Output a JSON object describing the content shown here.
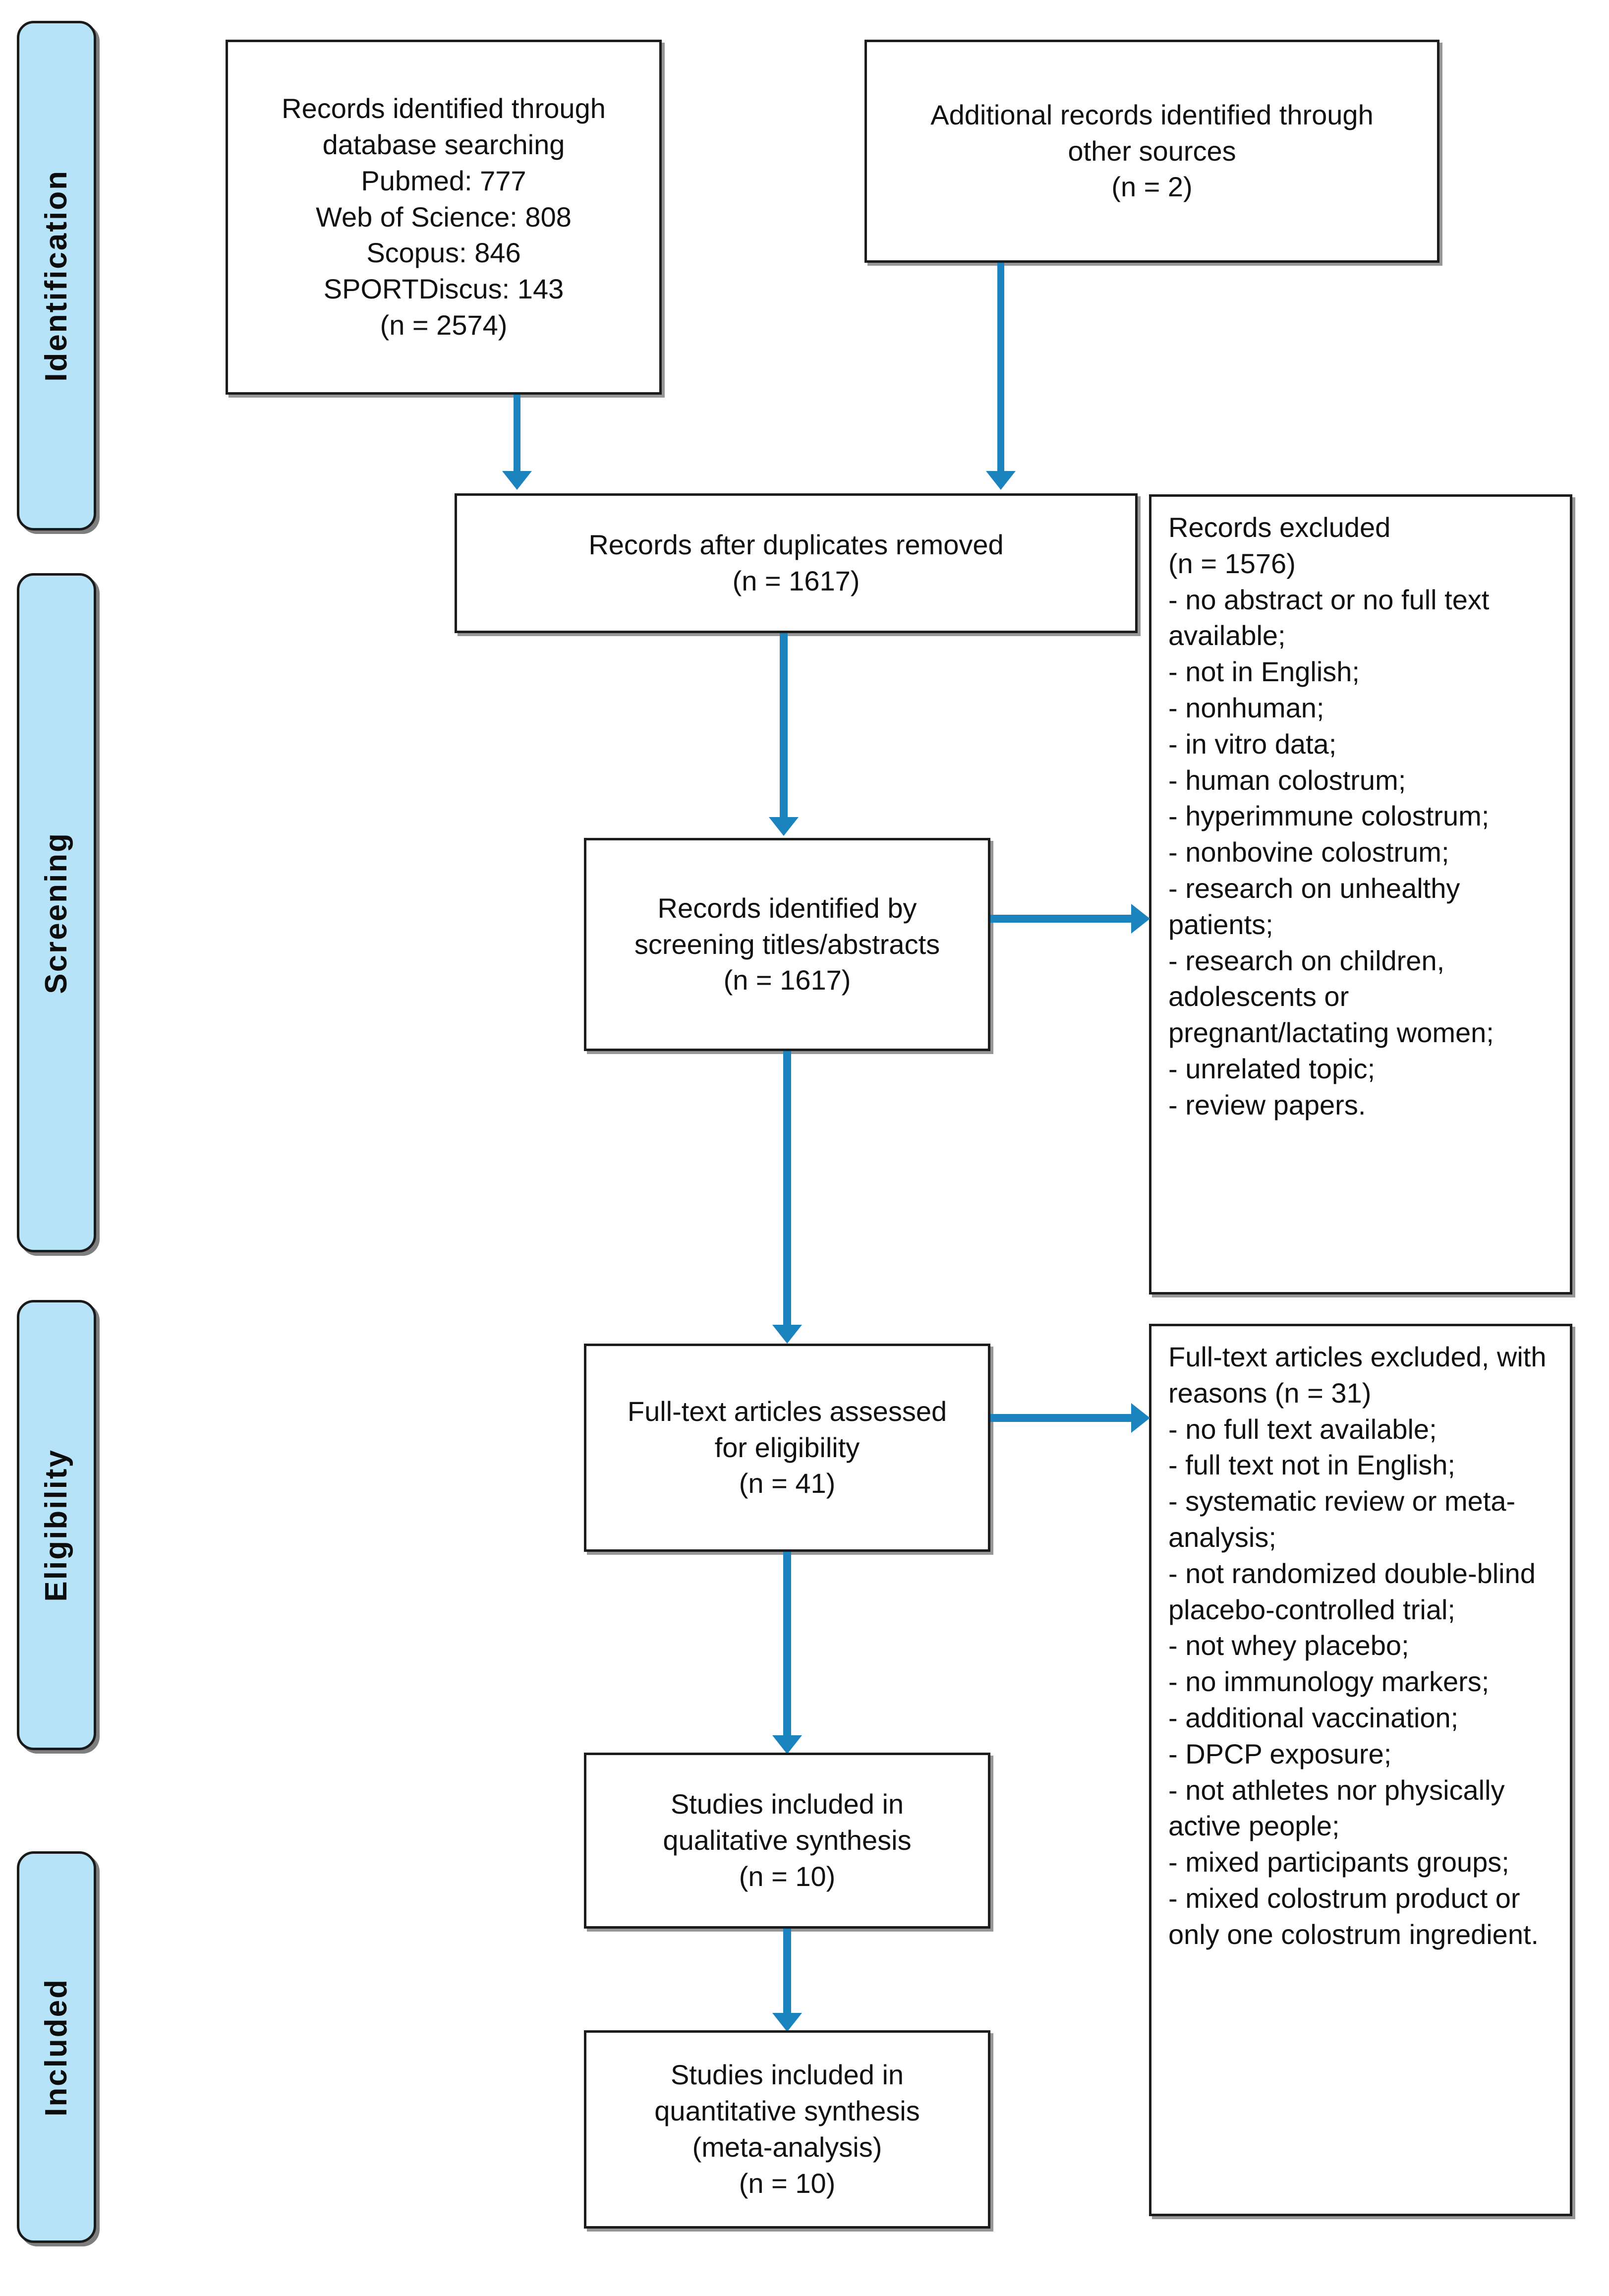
{
  "diagram": {
    "type": "PRISMA flow diagram",
    "accent_color": "#1b83bd",
    "stage_tab_color": "#b6e3f7",
    "box_border_color": "#1c1c1c"
  },
  "stages": [
    {
      "id": "identification",
      "label": "Identification"
    },
    {
      "id": "screening",
      "label": "Screening"
    },
    {
      "id": "eligibility",
      "label": "Eligibility"
    },
    {
      "id": "included",
      "label": "Included"
    }
  ],
  "boxes": {
    "db_search": {
      "title": "Records identified through\ndatabase searching",
      "lines": "Records identified through\ndatabase searching\nPubmed: 777\nWeb of Science: 808\nScopus: 846\nSPORTDiscus: 143\n(n = 2574)",
      "sources": [
        {
          "name": "Pubmed",
          "count": 777
        },
        {
          "name": "Web of Science",
          "count": 808
        },
        {
          "name": "Scopus",
          "count": 846
        },
        {
          "name": "SPORTDiscus",
          "count": 143
        }
      ],
      "n": 2574
    },
    "other_sources": {
      "lines": "Additional records identified through\nother sources\n(n = 2)",
      "n": 2
    },
    "duplicates_removed": {
      "lines": "Records after duplicates removed\n(n = 1617)",
      "n": 1617
    },
    "records_excluded": {
      "lines": "Records excluded\n(n = 1576)\n- no abstract or no full text available;\n- not in English;\n- nonhuman;\n- in vitro data;\n- human colostrum;\n- hyperimmune colostrum;\n- nonbovine colostrum;\n- research on unhealthy patients;\n- research on children, adolescents or pregnant/lactating women;\n- unrelated topic;\n- review papers.",
      "n": 1576,
      "reasons": [
        "- no abstract or no full text available;",
        "- not in English;",
        "- nonhuman;",
        "- in vitro data;",
        "- human colostrum;",
        "- hyperimmune colostrum;",
        "- nonbovine colostrum;",
        "- research on unhealthy patients;",
        "- research on children, adolescents or pregnant/lactating women;",
        "- unrelated topic;",
        "- review papers."
      ]
    },
    "screened_titles": {
      "lines": "Records identified by\nscreening titles/abstracts\n(n = 1617)",
      "n": 1617
    },
    "fulltext_assessed": {
      "lines": "Full-text articles assessed\nfor eligibility\n(n = 41)",
      "n": 41
    },
    "fulltext_excluded": {
      "lines": "Full-text articles excluded, with reasons (n = 31)\n- no full text available;\n- full text not in English;\n- systematic review or meta-analysis;\n- not randomized double-blind placebo-controlled trial;\n- not whey placebo;\n- no immunology markers;\n- additional vaccination;\n- DPCP exposure;\n- not athletes nor physically active people;\n- mixed participants groups;\n- mixed colostrum product or only one colostrum ingredient.",
      "n": 31,
      "reasons": [
        "- no full text available;",
        "- full text not in English;",
        "- systematic review or meta-analysis;",
        "- not randomized double-blind placebo-controlled trial;",
        "- not whey placebo;",
        "- no immunology markers;",
        "- additional vaccination;",
        "- DPCP exposure;",
        "- not athletes nor physically active people;",
        "- mixed participants groups;",
        "- mixed colostrum product or only one colostrum ingredient."
      ]
    },
    "qualitative": {
      "lines": "Studies included in\nqualitative synthesis\n(n = 10)",
      "n": 10
    },
    "quantitative": {
      "lines": "Studies included in\nquantitative synthesis\n(meta-analysis)\n(n = 10)",
      "n": 10
    }
  }
}
